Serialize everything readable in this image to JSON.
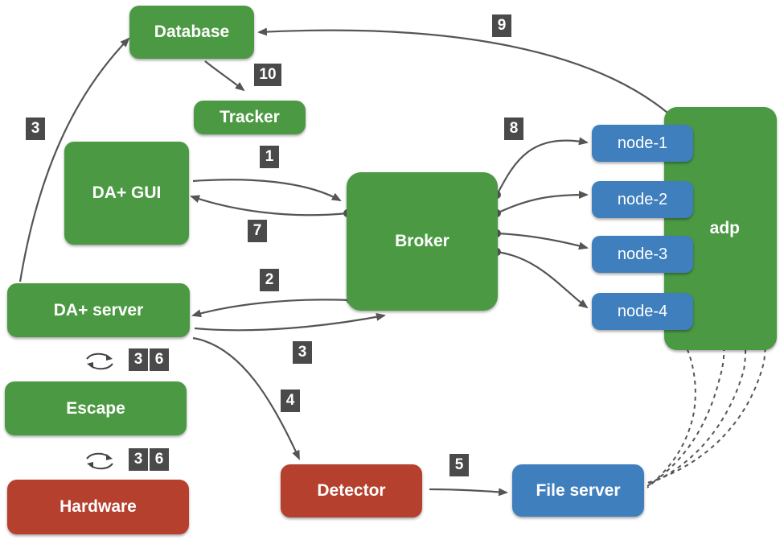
{
  "boxes": {
    "database": "Database",
    "tracker": "Tracker",
    "da_gui": "DA+ GUI",
    "da_server": "DA+ server",
    "escape": "Escape",
    "hardware": "Hardware",
    "broker": "Broker",
    "detector": "Detector",
    "file_server": "File server",
    "adp": "adp",
    "node1": "node-1",
    "node2": "node-2",
    "node3": "node-3",
    "node4": "node-4"
  },
  "step_labels": {
    "s1": "1",
    "s2": "2",
    "s3_left": "3",
    "s3_mid": "3",
    "s4": "4",
    "s5": "5",
    "s7": "7",
    "s8": "8",
    "s9": "9",
    "s10": "10",
    "escape_top_a": "3",
    "escape_top_b": "6",
    "escape_bottom_a": "3",
    "escape_bottom_b": "6"
  },
  "colors": {
    "green": "#4b9a43",
    "red": "#b5402d",
    "blue": "#3f7fbd",
    "badge": "#4a4a4a",
    "arrow": "#555555"
  },
  "icons": [
    "cycle-icon",
    "cycle-icon"
  ]
}
